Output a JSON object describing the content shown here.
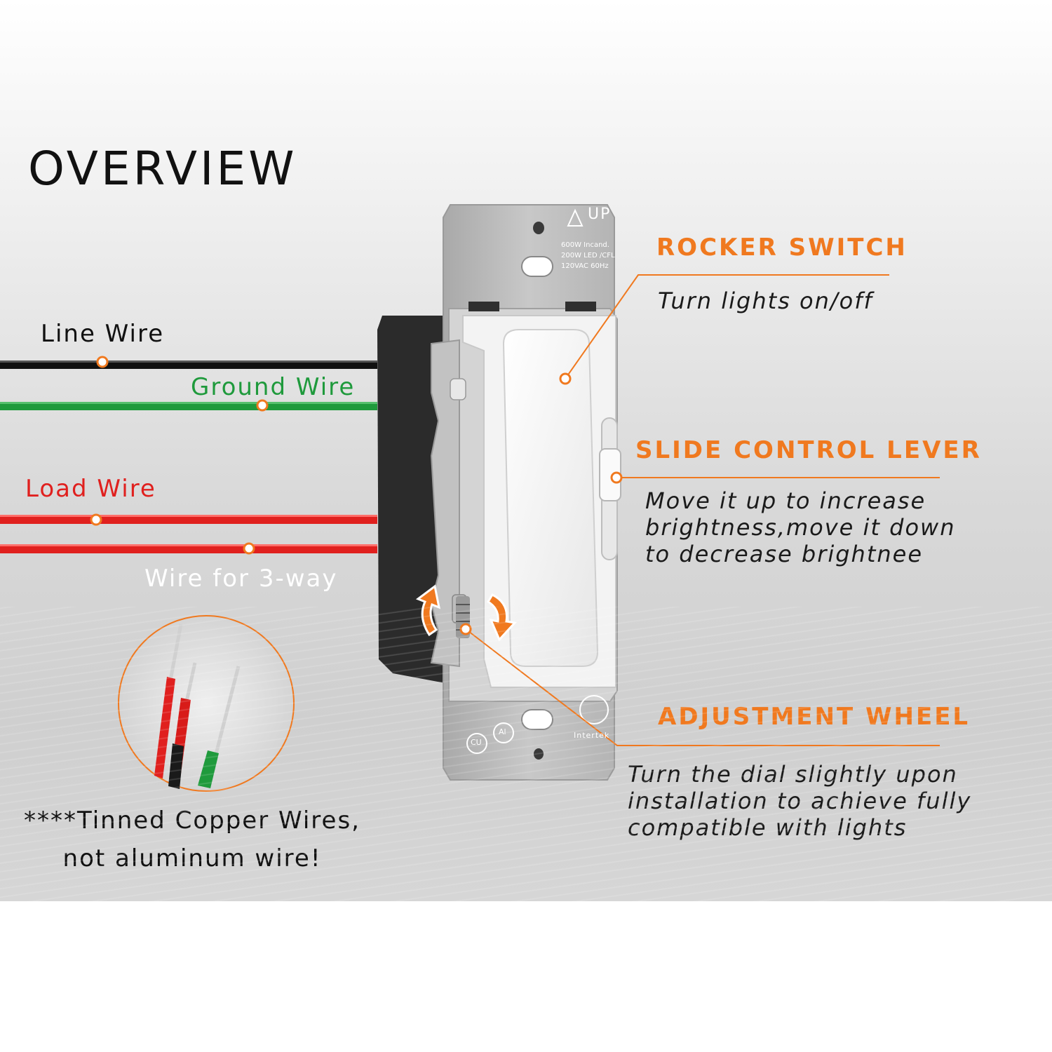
{
  "title": "OVERVIEW",
  "wires": {
    "line": "Line Wire",
    "ground": "Ground Wire",
    "load": "Load Wire",
    "three_way": "Wire for 3-way"
  },
  "device": {
    "up_marking": "UP",
    "rating_lines": [
      "600W Incand.",
      "200W LED /CFL",
      "120VAC 60Hz"
    ],
    "cert_lines": [
      "Intertek"
    ],
    "cu_marking": "CU",
    "al_marking": "Al"
  },
  "callouts": {
    "rocker": {
      "heading": "ROCKER SWITCH",
      "description": "Turn lights on/off"
    },
    "slide": {
      "heading": "SLIDE CONTROL LEVER",
      "description": "Move it up to increase brightness,move it down to decrease brightnee"
    },
    "wheel": {
      "heading": "ADJUSTMENT WHEEL",
      "description": "Turn the dial slightly upon installation to achieve fully compatible with lights"
    }
  },
  "note": {
    "line1": "****Tinned Copper Wires,",
    "line2": "not aluminum wire!"
  },
  "colors": {
    "accent": "#f0791f",
    "line_wire": "#111111",
    "ground_wire": "#1f9a3c",
    "load_wire": "#e0201e"
  }
}
